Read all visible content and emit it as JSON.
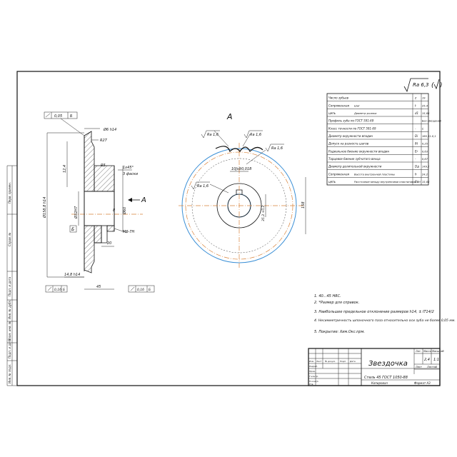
{
  "roughness": "Ra 6,3",
  "view_label": "A",
  "section_arrow_label": "A",
  "params": [
    {
      "name": "Число зубьев",
      "sym": "z",
      "val": "19"
    },
    {
      "name": "Сопряженная",
      "sub": "Шаг",
      "sym": "t",
      "val": "25,4"
    },
    {
      "name": "цепь",
      "sub": "Диаметр ролика",
      "sym": "d1",
      "val": "15,88"
    },
    {
      "name": "Профиль зуба по ГОСТ 591-69",
      "sym": "",
      "val": "Без смещения"
    },
    {
      "name": "Класс точности по ГОСТ 591-69",
      "sym": "-",
      "val": "С"
    },
    {
      "name": "Диаметр окружности впадин",
      "sym": "Di",
      "val": "160,31-0,1"
    },
    {
      "name": "Допуск на разность шагов",
      "sym": "δt",
      "val": "0,25"
    },
    {
      "name": "Радиальное биение окружности впадин",
      "sym": "Er",
      "val": "0,63"
    },
    {
      "name": "Торцевое биение зубчатого венца",
      "sym": "-",
      "val": "0,67"
    },
    {
      "name": "Диаметр делительной окружности",
      "sym": "Dд",
      "val": "149,2"
    },
    {
      "name": "Сопряженная",
      "sub": "Высота внутренней пластины",
      "sym": "h",
      "val": "24,2"
    },
    {
      "name": "цепь",
      "sub": "Расстояние между внутренними пластинами",
      "sym": "Bвн",
      "val": "15,88"
    }
  ],
  "section": {
    "flatness": "0,05",
    "runout_tol": "0,16",
    "datum_b": "Б",
    "radial_tol": "0,16",
    "dims": {
      "d1": "Ø6 h14",
      "r27": "R27",
      "b24": "12,4",
      "da": "Ø158,8 h14",
      "r5": "R5",
      "chamfer": "1x45°",
      "chamfer2": "3 фаски",
      "hub": "Ø60",
      "bore": "Ø32H7",
      "small": "8",
      "thread": "М6-7H",
      "t20": "20",
      "w": "14,8 h14",
      "len": "45"
    }
  },
  "front": {
    "ra16a": "Ra 1,6",
    "ra16b": "Ra 1,6",
    "ra16c": "Ra 1,6",
    "ra16d": "Ra 1,6",
    "keyway": "10Js9",
    "tol": "0,018",
    "dim35": "35,3 +0,2",
    "dim158": "158"
  },
  "notes": [
    "1. 40...45 HRC.",
    "2. *Размер для справок.",
    "3. Наибольшее предельное отклонение размеров h14, ± IT14/2",
    "4. Несимметричность шпоночного паза относительно оси зуба не более 0,05 мм.",
    "5. Покрытие: Хим.Окс.прм."
  ],
  "title_block": {
    "name": "Звездочка",
    "material": "Сталь 45 ГОСТ 1050-88",
    "lit_label": "Лит.",
    "mass_label": "Масса",
    "scale_label": "Масштаб",
    "mass": "2,4",
    "scale": "1:1",
    "sheet_label": "Лист",
    "sheets_label": "Листов",
    "sheets": "1",
    "rows": [
      "Изм.",
      "Лист",
      "№ докум.",
      "Подп.",
      "Дата"
    ],
    "roles": [
      "Разраб.",
      "Пров.",
      "Т.контр.",
      "Н.контр.",
      "Утв."
    ],
    "copied": "Копировал",
    "format": "Формат А3"
  },
  "side_labels": [
    "Перв. примен.",
    "Справ. №",
    "Подп. и дата",
    "Инв. № дубл.",
    "Взам. инв. №",
    "Подп. и дата",
    "Инв. № подл."
  ]
}
